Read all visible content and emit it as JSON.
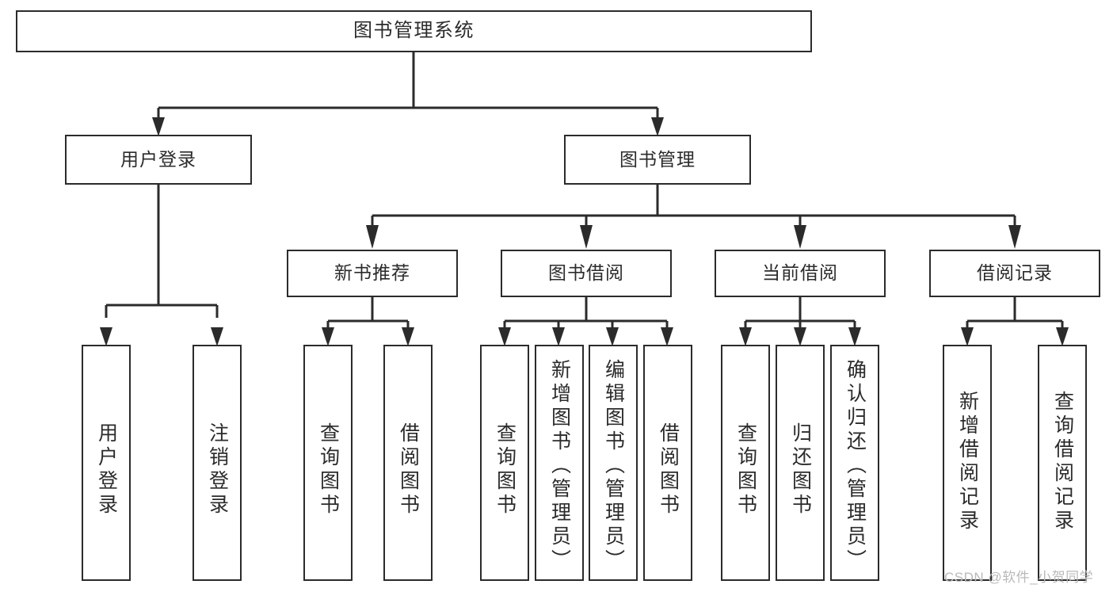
{
  "diagram": {
    "type": "tree-hierarchy-chart",
    "title": "图书管理系统",
    "watermark": "CSDN @软件_小贺同学",
    "colors": {
      "box_stroke": "#2b2b2b",
      "box_fill": "#ffffff",
      "text": "#2b2b2b",
      "connector": "#2b2b2b",
      "watermark": "#b9b9b9",
      "background": "#ffffff"
    },
    "levels": {
      "root": "图书管理系统",
      "level2": [
        "用户登录",
        "图书管理"
      ],
      "level3": [
        "新书推荐",
        "图书借阅",
        "当前借阅",
        "借阅记录"
      ]
    },
    "nodes": {
      "root": "图书管理系统",
      "user_login": "用户登录",
      "book_manage": "图书管理",
      "new_book_rec": "新书推荐",
      "book_borrow": "图书借阅",
      "current_borrow": "当前借阅",
      "borrow_record": "借阅记录"
    },
    "leaves": {
      "user_login": [
        "用户登录",
        "注销登录"
      ],
      "new_book_rec": [
        "查询图书",
        "借阅图书"
      ],
      "book_borrow": [
        "查询图书",
        "新增图书（管理员）",
        "编辑图书（管理员）",
        "借阅图书"
      ],
      "current_borrow": [
        "查询图书",
        "归还图书",
        "确认归还（管理员）"
      ],
      "borrow_record": [
        "新增借阅记录",
        "查询借阅记录"
      ]
    }
  }
}
